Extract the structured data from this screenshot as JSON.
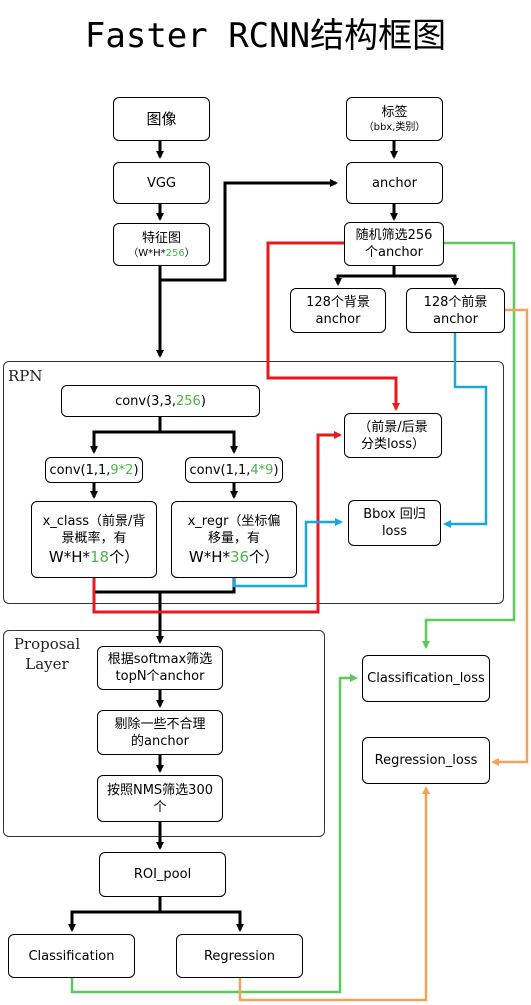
{
  "title": "Faster RCNN结构框图",
  "groups": {
    "rpn": {
      "label": "RPN"
    },
    "proposal": {
      "label_line1": "Proposal",
      "label_line2": "Layer"
    }
  },
  "nodes": {
    "image": {
      "label": "图像"
    },
    "vgg": {
      "label": "VGG"
    },
    "feature_map": {
      "label": "特征图",
      "sub_prefix": "（W*H*",
      "sub_num": "256",
      "sub_suffix": "）"
    },
    "label": {
      "label": "标签",
      "sub": "（bbx,类别）"
    },
    "anchor": {
      "label": "anchor"
    },
    "random_select": {
      "line1": "随机筛选256",
      "line2": "个anchor"
    },
    "bg128": {
      "line1": "128个背景",
      "line2": "anchor"
    },
    "fg128": {
      "line1": "128个前景",
      "line2": "anchor"
    },
    "conv3": {
      "prefix": "conv(3,3,",
      "num": "256",
      "suffix": ")"
    },
    "conv_cls": {
      "prefix": "conv(1,1,",
      "num": "9*2",
      "suffix": ")"
    },
    "conv_reg": {
      "prefix": "conv(1,1,",
      "num": "4*9",
      "suffix": ")"
    },
    "x_class": {
      "line1": "x_class（前景/背",
      "line2": "景概率，有",
      "line3_prefix": "W*H*",
      "line3_num": "18",
      "line3_suffix": "个）"
    },
    "x_regr": {
      "line1": "x_regr（坐标偏",
      "line2": "移量，有",
      "line3_prefix": "W*H*",
      "line3_num": "36",
      "line3_suffix": "个）"
    },
    "cls_loss_rpn": {
      "line1": "（前景/后景",
      "line2": "分类loss）"
    },
    "bbox_loss": {
      "line1": "Bbox 回归",
      "line2": "loss"
    },
    "softmax_select": {
      "line1": "根据softmax筛选",
      "line2": "topN个anchor"
    },
    "remove_bad": {
      "line1": "剔除一些不合理",
      "line2": "的anchor"
    },
    "nms_select": {
      "line1": "按照NMS筛选300",
      "line2": "个"
    },
    "roi_pool": {
      "label": "ROI_pool"
    },
    "classification": {
      "label": "Classification"
    },
    "regression": {
      "label": "Regression"
    },
    "classification_loss": {
      "label": "Classification_loss"
    },
    "regression_loss": {
      "label": "Regression_loss"
    }
  },
  "colors": {
    "black": "#000000",
    "red": "#e8191c",
    "blue": "#1aa7e0",
    "green": "#5cc95c",
    "orange": "#f4a259",
    "highlight_number": "#4ab54a"
  }
}
